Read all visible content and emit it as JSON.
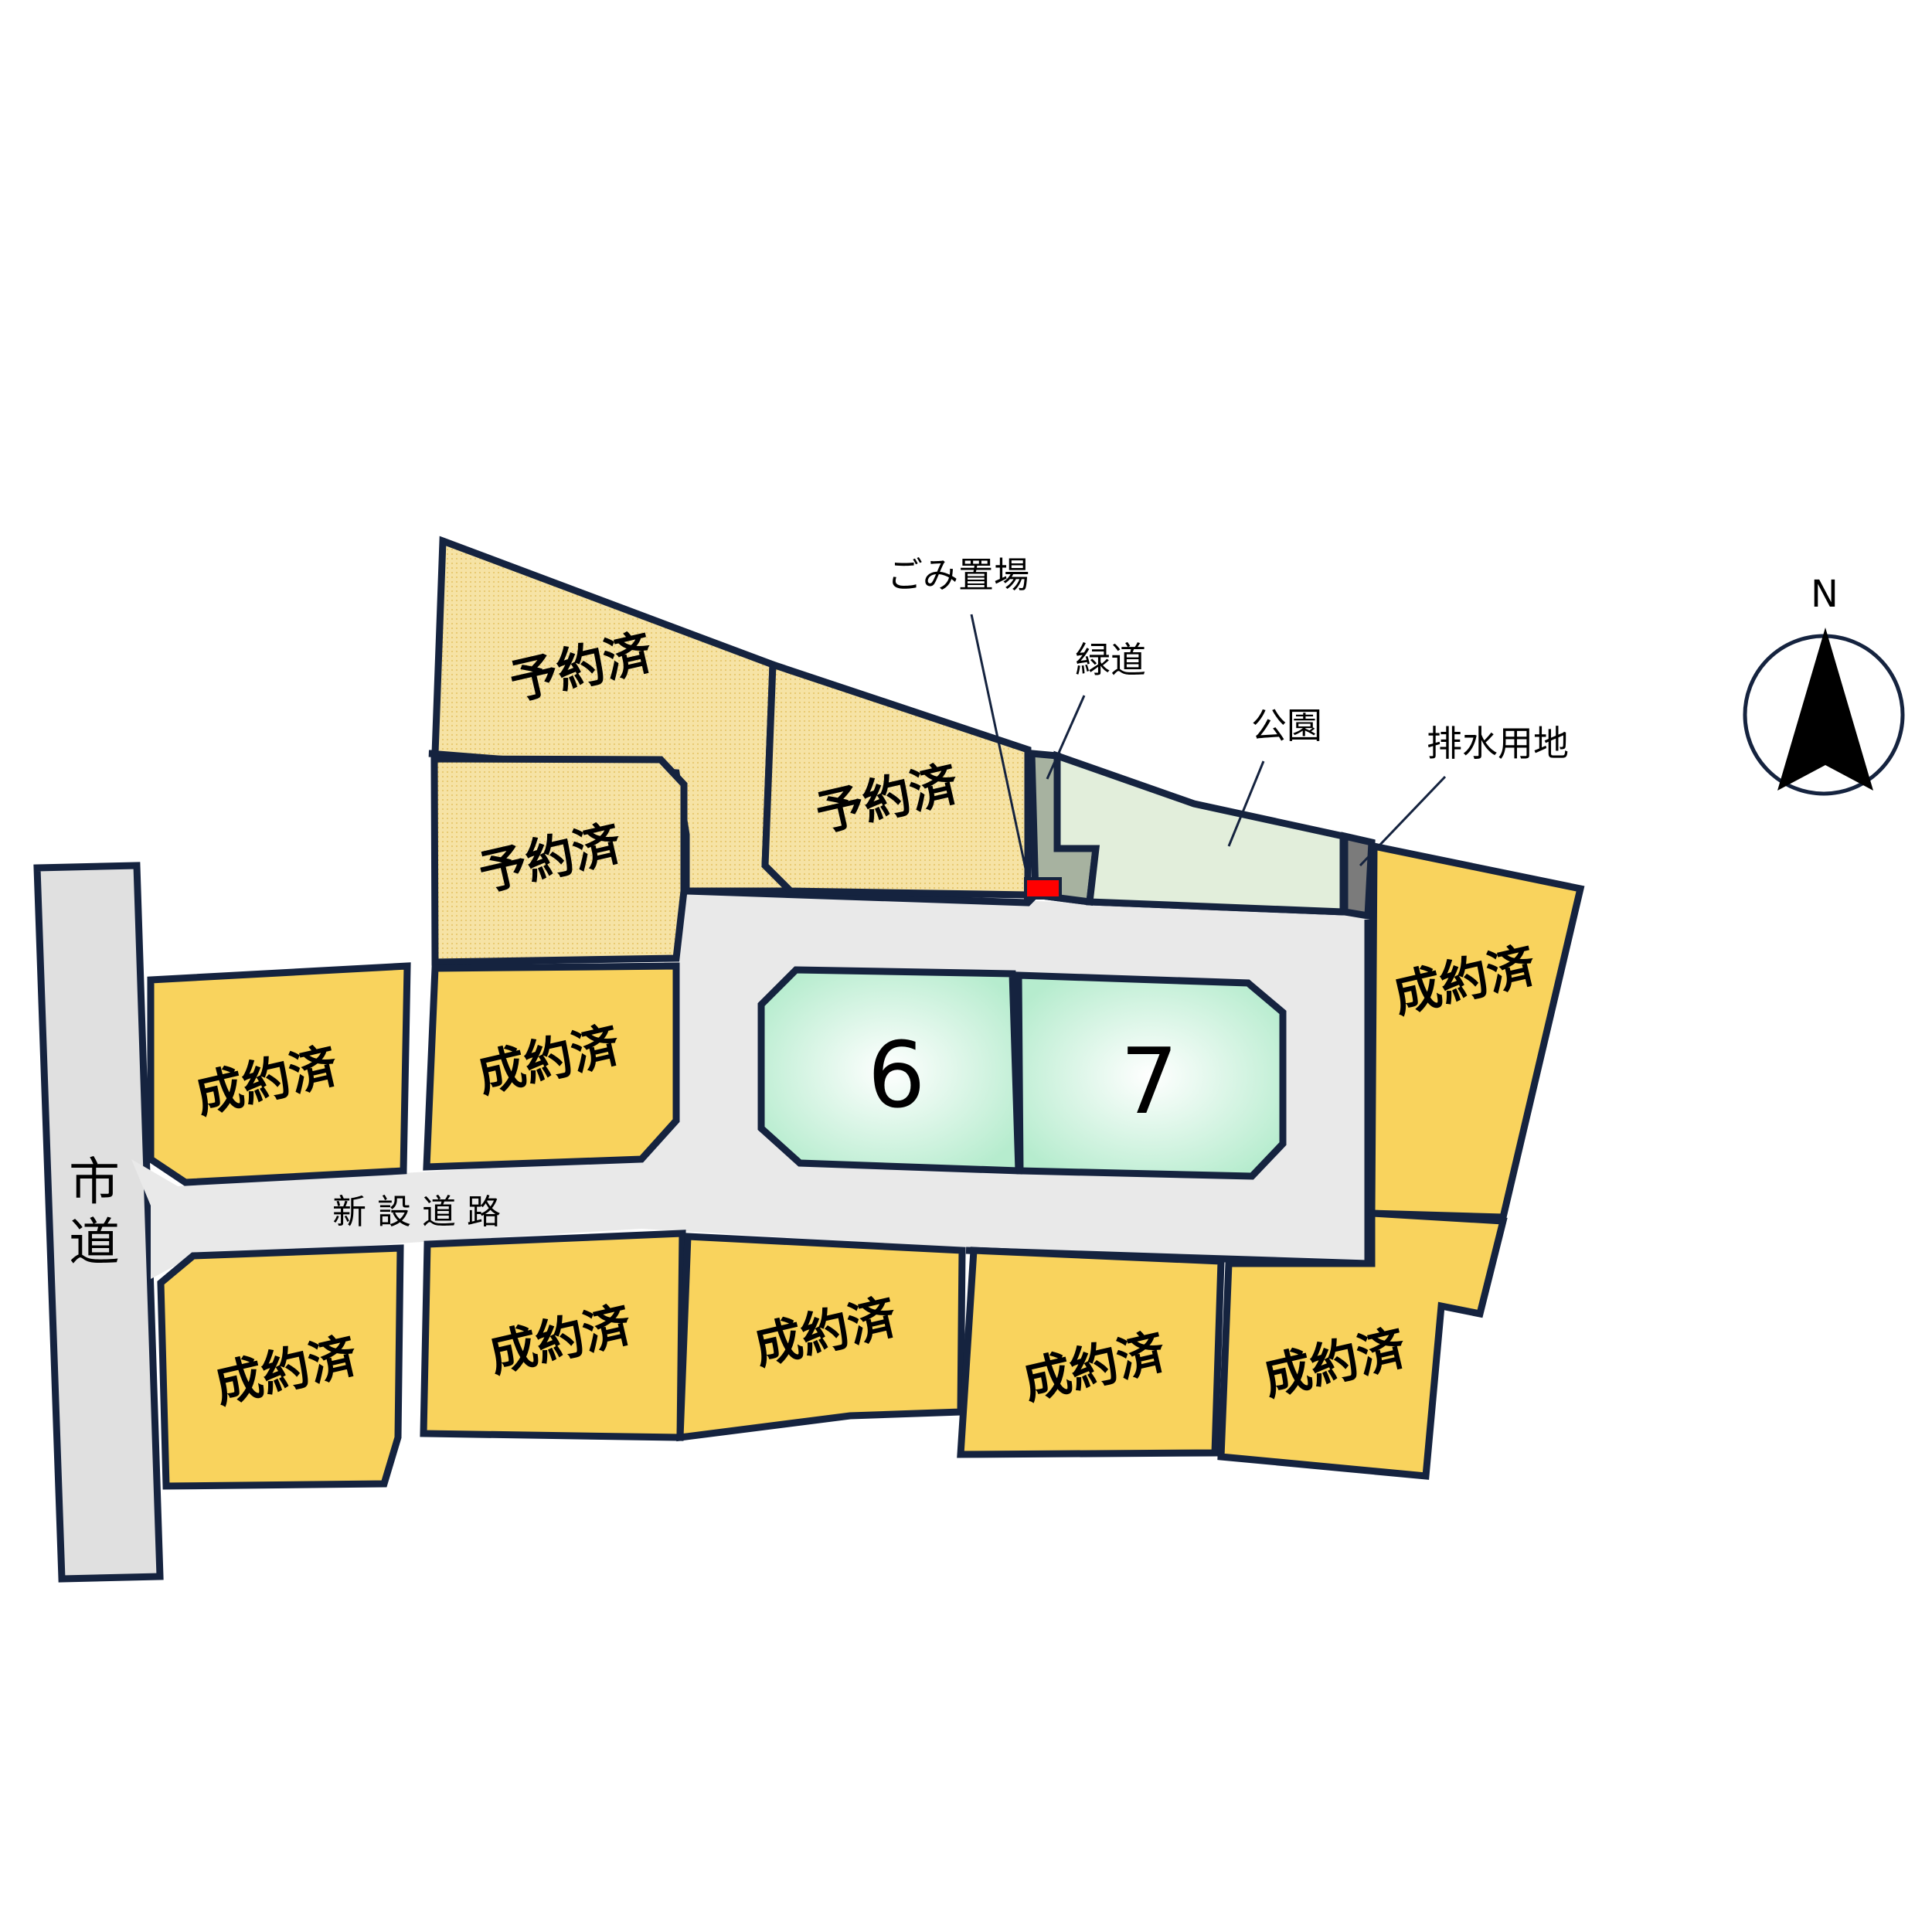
{
  "map": {
    "city_road_label": "市道",
    "new_road_label": "新設道路",
    "north_label": "N",
    "features": {
      "garbage_area": "ごみ置場",
      "green_path": "緑道",
      "park": "公園",
      "drainage_land": "排水用地"
    },
    "lots": {
      "reserved_1": "予約済",
      "reserved_2": "予約済",
      "reserved_3": "予約済",
      "sold_top_left": "成約済",
      "sold_mid_left": "成約済",
      "sold_right_tall": "成約済",
      "sold_bottom_1": "成約済",
      "sold_bottom_2": "成約済",
      "sold_bottom_3": "成約済",
      "sold_bottom_4": "成約済",
      "sold_bottom_5": "成約済"
    },
    "available_lots": {
      "lot_6": "6",
      "lot_7": "7"
    },
    "colors": {
      "sold": "#f9d35d",
      "reserved": "#f6e3a5",
      "available_center": "#ffffff",
      "available_edge": "#b6ecce",
      "road": "#e9e9e9",
      "park": "#e2eedb",
      "green_path": "#a7b2a0",
      "drainage": "#7b7b7b",
      "garbage": "#ff0000",
      "border": "#15233f"
    }
  }
}
